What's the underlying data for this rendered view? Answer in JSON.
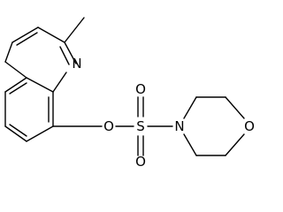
{
  "atoms": {
    "nitrogen_ring": "N",
    "oxygen_ester": "O",
    "sulfur": "S",
    "oxygen_sulfonyl_top": "O",
    "oxygen_sulfonyl_bottom": "O",
    "nitrogen_morpholine": "N",
    "oxygen_morpholine": "O"
  }
}
